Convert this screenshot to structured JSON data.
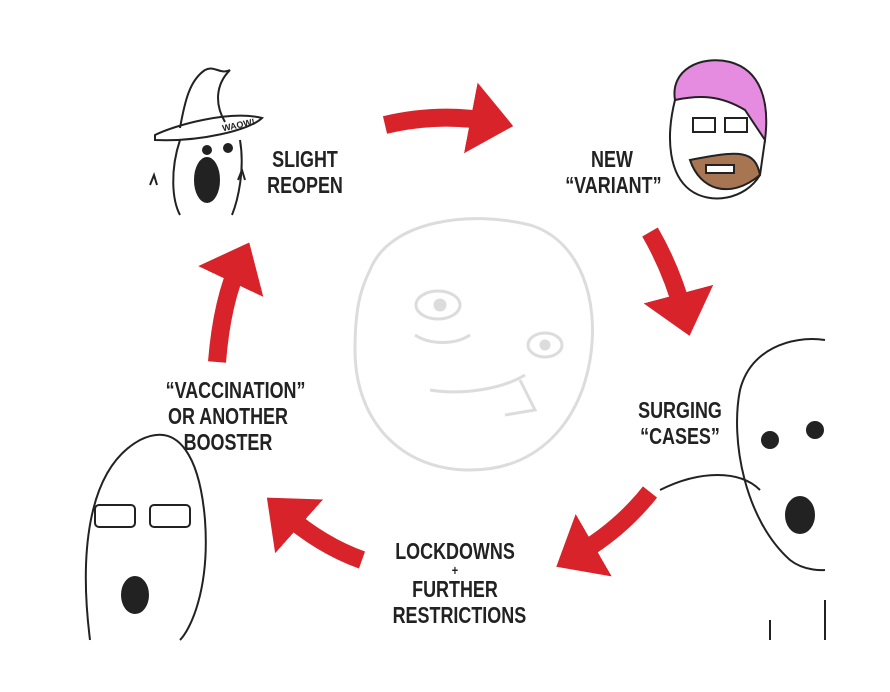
{
  "colors": {
    "arrow": "#d8232a",
    "text": "#222222",
    "faded_face": "#dcdcdc",
    "hair": "#e58be0",
    "beard": "#a87552"
  },
  "steps": [
    {
      "lines": [
        "SLIGHT",
        "REOPEN"
      ]
    },
    {
      "lines": [
        "NEW",
        "“VARIANT”"
      ]
    },
    {
      "lines": [
        "SURGING",
        "“CASES”"
      ]
    },
    {
      "lines": [
        "LOCKDOWNS",
        "+",
        "FURTHER",
        "RESTRICTIONS"
      ]
    },
    {
      "lines": [
        "“VACCINATION”",
        "OR ANOTHER",
        "BOOSTER"
      ]
    }
  ],
  "wizard_exclamation": "WAOW!"
}
